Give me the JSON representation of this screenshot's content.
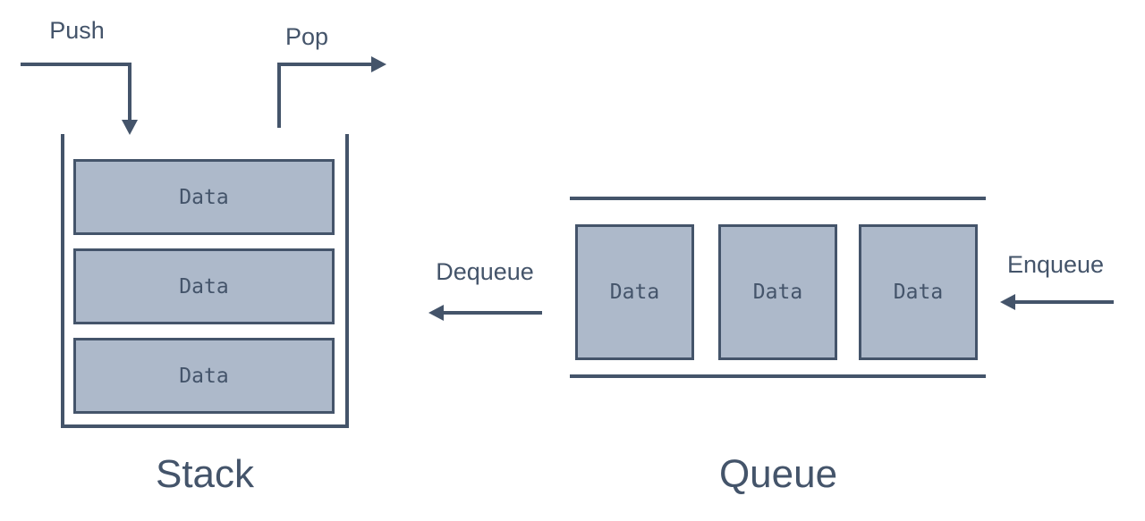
{
  "colors": {
    "ink": "#44546A",
    "fill": "#ADB9CA",
    "background": "#FFFFFF"
  },
  "stack": {
    "title": "Stack",
    "push_label": "Push",
    "pop_label": "Pop",
    "items": [
      {
        "label": "Data"
      },
      {
        "label": "Data"
      },
      {
        "label": "Data"
      }
    ]
  },
  "queue": {
    "title": "Queue",
    "dequeue_label": "Dequeue",
    "enqueue_label": "Enqueue",
    "items": [
      {
        "label": "Data"
      },
      {
        "label": "Data"
      },
      {
        "label": "Data"
      }
    ]
  }
}
